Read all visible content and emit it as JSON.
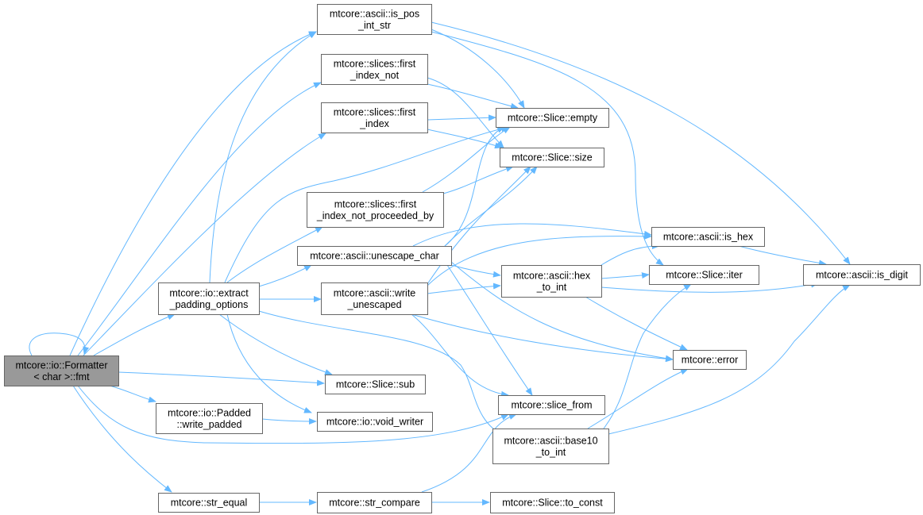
{
  "colors": {
    "edge": "#63b8ff",
    "node_border": "#666666",
    "root_fill": "#999999"
  },
  "nodes": {
    "fmt": [
      "mtcore::io::Formatter",
      "< char >::fmt"
    ],
    "is_pos_int_str": [
      "mtcore::ascii::is_pos",
      "_int_str"
    ],
    "first_index_not": [
      "mtcore::slices::first",
      "_index_not"
    ],
    "first_index": [
      "mtcore::slices::first",
      "_index"
    ],
    "first_index_not_proceeded_by": [
      "mtcore::slices::first",
      "_index_not_proceeded_by"
    ],
    "slice_empty": [
      "mtcore::Slice::empty"
    ],
    "slice_size": [
      "mtcore::Slice::size"
    ],
    "unescape_char": [
      "mtcore::ascii::unescape_char"
    ],
    "extract_padding_options": [
      "mtcore::io::extract",
      "_padding_options"
    ],
    "write_unescaped": [
      "mtcore::ascii::write",
      "_unescaped"
    ],
    "hex_to_int": [
      "mtcore::ascii::hex",
      "_to_int"
    ],
    "is_hex": [
      "mtcore::ascii::is_hex"
    ],
    "slice_iter": [
      "mtcore::Slice::iter"
    ],
    "is_digit": [
      "mtcore::ascii::is_digit"
    ],
    "error": [
      "mtcore::error"
    ],
    "slice_sub": [
      "mtcore::Slice::sub"
    ],
    "write_padded": [
      "mtcore::io::Padded",
      "::write_padded"
    ],
    "void_writer": [
      "mtcore::io::void_writer"
    ],
    "slice_from": [
      "mtcore::slice_from"
    ],
    "base10_to_int": [
      "mtcore::ascii::base10",
      "_to_int"
    ],
    "str_equal": [
      "mtcore::str_equal"
    ],
    "str_compare": [
      "mtcore::str_compare"
    ],
    "slice_to_const": [
      "mtcore::Slice::to_const"
    ]
  },
  "edges": [
    [
      "fmt",
      "fmt"
    ],
    [
      "fmt",
      "is_pos_int_str"
    ],
    [
      "fmt",
      "first_index_not"
    ],
    [
      "fmt",
      "first_index"
    ],
    [
      "fmt",
      "extract_padding_options"
    ],
    [
      "fmt",
      "slice_sub"
    ],
    [
      "fmt",
      "write_padded"
    ],
    [
      "fmt",
      "str_equal"
    ],
    [
      "fmt",
      "slice_from"
    ],
    [
      "is_pos_int_str",
      "slice_empty"
    ],
    [
      "is_pos_int_str",
      "slice_iter"
    ],
    [
      "is_pos_int_str",
      "is_digit"
    ],
    [
      "first_index_not",
      "slice_empty"
    ],
    [
      "first_index_not",
      "slice_size"
    ],
    [
      "first_index",
      "slice_empty"
    ],
    [
      "first_index",
      "slice_size"
    ],
    [
      "first_index_not_proceeded_by",
      "slice_empty"
    ],
    [
      "first_index_not_proceeded_by",
      "slice_size"
    ],
    [
      "extract_padding_options",
      "is_pos_int_str"
    ],
    [
      "extract_padding_options",
      "first_index_not_proceeded_by"
    ],
    [
      "extract_padding_options",
      "slice_empty"
    ],
    [
      "extract_padding_options",
      "unescape_char"
    ],
    [
      "extract_padding_options",
      "write_unescaped"
    ],
    [
      "extract_padding_options",
      "slice_sub"
    ],
    [
      "extract_padding_options",
      "void_writer"
    ],
    [
      "extract_padding_options",
      "base10_to_int"
    ],
    [
      "unescape_char",
      "slice_empty"
    ],
    [
      "unescape_char",
      "slice_size"
    ],
    [
      "unescape_char",
      "is_hex"
    ],
    [
      "unescape_char",
      "hex_to_int"
    ],
    [
      "unescape_char",
      "error"
    ],
    [
      "unescape_char",
      "slice_from"
    ],
    [
      "write_unescaped",
      "slice_size"
    ],
    [
      "write_unescaped",
      "is_hex"
    ],
    [
      "write_unescaped",
      "hex_to_int"
    ],
    [
      "write_unescaped",
      "error"
    ],
    [
      "write_unescaped",
      "slice_from"
    ],
    [
      "hex_to_int",
      "is_hex"
    ],
    [
      "hex_to_int",
      "slice_iter"
    ],
    [
      "hex_to_int",
      "is_digit"
    ],
    [
      "hex_to_int",
      "error"
    ],
    [
      "is_hex",
      "is_digit"
    ],
    [
      "write_padded",
      "void_writer"
    ],
    [
      "base10_to_int",
      "slice_iter"
    ],
    [
      "base10_to_int",
      "is_digit"
    ],
    [
      "base10_to_int",
      "error"
    ],
    [
      "str_equal",
      "str_compare"
    ],
    [
      "str_compare",
      "slice_from"
    ],
    [
      "str_compare",
      "slice_to_const"
    ]
  ]
}
